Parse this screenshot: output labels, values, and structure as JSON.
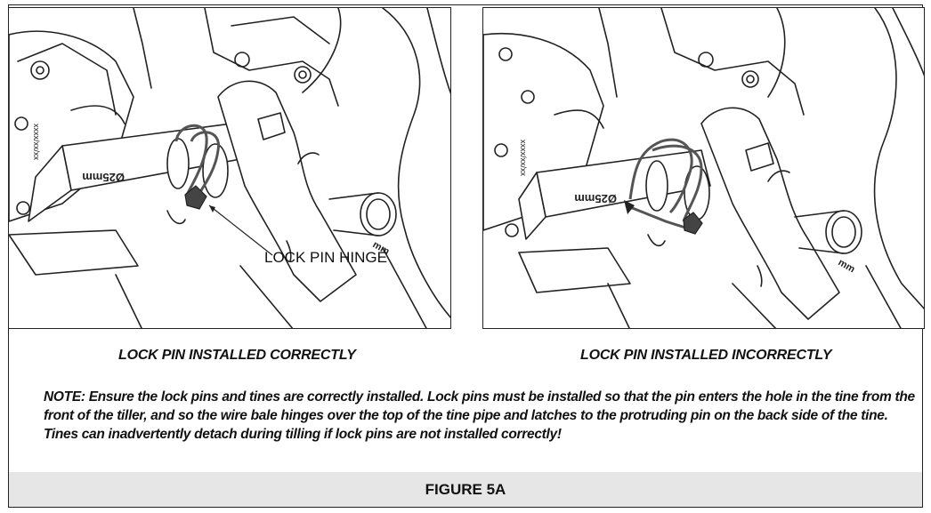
{
  "figure": {
    "title": "FIGURE 5A"
  },
  "panels": [
    {
      "caption": "LOCK PIN INSTALLED CORRECTLY",
      "callout": "LOCK PIN HINGE",
      "pipe_label": "Ø25mm",
      "part_code": "xxxx/xx/xx",
      "measure_label": "mm"
    },
    {
      "caption": "LOCK PIN INSTALLED INCORRECTLY",
      "pipe_label": "Ø25mm",
      "part_code": "xxxx/xx/xx",
      "measure_label": "mm"
    }
  ],
  "note": "NOTE:  Ensure the lock pins and tines are correctly  installed.  Lock pins must be installed so that the pin enters the hole in the tine from the front of the tiller, and so the wire bale hinges over the top of the tine pipe and latches to the protruding pin on the back side of the tine. Tines can inadvertently  detach during tilling if lock pins are not installed correctly!",
  "colors": {
    "line": "#222222",
    "lock_pin": "#555555",
    "bar_background": "#e6e6e6"
  }
}
